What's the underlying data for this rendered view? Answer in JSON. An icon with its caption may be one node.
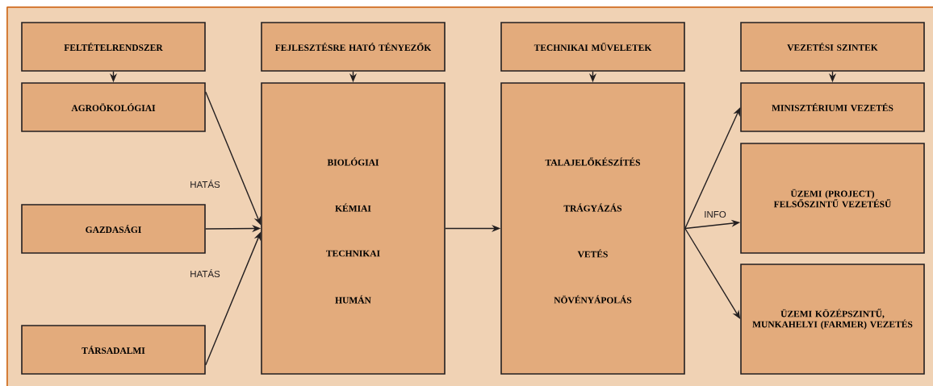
{
  "diagram": {
    "nodes": [
      {
        "text": [
          "FELTÉTELRENDSZER"
        ]
      },
      {
        "text": [
          "AGROÖKOLÓGIAI"
        ]
      },
      {
        "text": [
          "GAZDASÁGI"
        ]
      },
      {
        "text": [
          "TÁRSADALMI"
        ]
      },
      {
        "text": [
          "FEJLESZTÉSRE HATÓ TÉNYEZŐK"
        ]
      },
      {
        "text": [
          "BIOLÓGIAI",
          "KÉMIAI",
          "TECHNIKAI",
          "HUMÁN"
        ]
      },
      {
        "text": [
          "TECHNIKAI MŰVELETEK"
        ]
      },
      {
        "text": [
          "TALAJELŐKÉSZÍTÉS",
          "TRÁGYÁZÁS",
          "VETÉS",
          "NÖVÉNYÁPOLÁS"
        ]
      },
      {
        "text": [
          "VEZETÉSI SZINTEK"
        ]
      },
      {
        "text": [
          "MINISZTÉRIUMI VEZETÉS"
        ]
      },
      {
        "text": [
          "ÜZEMI (PROJECT) FELSŐSZINTŰ VEZETÉSŰ"
        ]
      },
      {
        "text": [
          "ÜZEMI KÖZÉPSZINTŰ, MUNKAHELYI (FARMER) VEZETÉS"
        ]
      }
    ],
    "edges": [
      {
        "from": 0,
        "to": 1,
        "arrow": "to"
      },
      {
        "from": 4,
        "to": 5,
        "arrow": "to"
      },
      {
        "from": 6,
        "to": 7,
        "arrow": "to"
      },
      {
        "from": 8,
        "to": 9,
        "arrow": "to"
      },
      {
        "from": 1,
        "to": 5,
        "arrow": "to",
        "label": "HATÁS"
      },
      {
        "from": 2,
        "to": 5,
        "arrow": "to"
      },
      {
        "from": 3,
        "to": 5,
        "arrow": "to",
        "label": "HATÁS"
      },
      {
        "from": 5,
        "to": 7,
        "arrow": "to"
      },
      {
        "from": 7,
        "to": 9,
        "arrow": "to"
      },
      {
        "from": 7,
        "to": 10,
        "arrow": "to",
        "label": "INFO"
      },
      {
        "from": 7,
        "to": 11,
        "arrow": "to"
      }
    ]
  }
}
